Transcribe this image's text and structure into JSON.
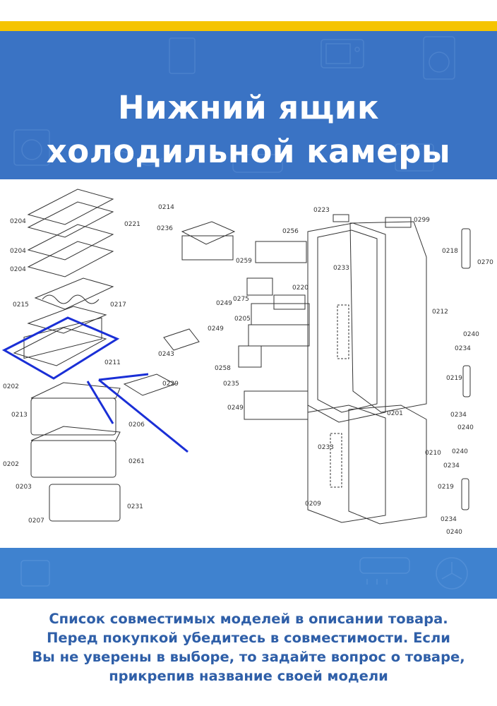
{
  "header": {
    "title_line1": "Нижний ящик",
    "title_line2": "холодильной камеры"
  },
  "colors": {
    "banner_blue": "#3a73c4",
    "accent_yellow": "#f5c400",
    "highlight_blue": "#1a2fd6",
    "notice_text": "#2f5fa8"
  },
  "diagram": {
    "part_labels": {
      "p0204a": "0204",
      "p0221": "0221",
      "p0204b": "0204",
      "p0204c": "0204",
      "p0215": "0215",
      "p0217": "0217",
      "p0211": "0211",
      "p0202a": "0202",
      "p0213": "0213",
      "p0206": "0206",
      "p0202b": "0202",
      "p0261": "0261",
      "p0203": "0203",
      "p0207": "0207",
      "p0231": "0231",
      "p0229": "0229",
      "p0214": "0214",
      "p0236": "0236",
      "p0243": "0243",
      "p0223": "0223",
      "p0256": "0256",
      "p0259": "0259",
      "p0299": "0299",
      "p0233a": "0233",
      "p0218": "0218",
      "p0270": "0270",
      "p0220": "0220",
      "p0249a": "0249",
      "p0275": "0275",
      "p0205": "0205",
      "p0249b": "0249",
      "p0258": "0258",
      "p0235": "0235",
      "p0249c": "0249",
      "p0212": "0212",
      "p0240a": "0240",
      "p0234a": "0234",
      "p0219a": "0219",
      "p0234b": "0234",
      "p0240b": "0240",
      "p0201": "0201",
      "p0233b": "0233",
      "p0210": "0210",
      "p0240c": "0240",
      "p0234c": "0234",
      "p0219b": "0219",
      "p0209": "0209",
      "p0234d": "0234",
      "p0240d": "0240"
    }
  },
  "notice": {
    "line1": "Список совместимых моделей в описании товара.",
    "line2": "Перед покупкой убедитесь в совместимости. Если",
    "line3": "Вы не уверены в выборе, то задайте вопрос о товаре,",
    "line4": "прикрепив название своей модели"
  }
}
